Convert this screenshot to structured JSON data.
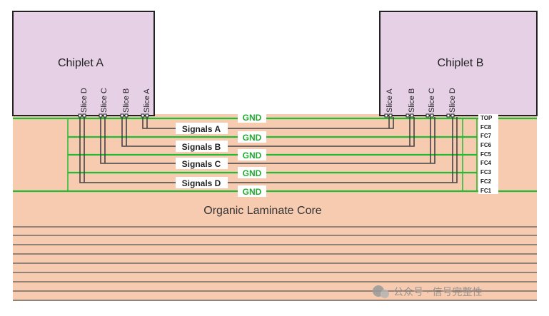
{
  "chiplets": [
    {
      "name": "Chiplet A",
      "slices": [
        "Slice D",
        "Slice C",
        "Slice B",
        "Slice A"
      ]
    },
    {
      "name": "Chiplet B",
      "slices": [
        "Slice A",
        "Slice B",
        "Slice C",
        "Slice D"
      ]
    }
  ],
  "signals": [
    "Signals A",
    "Signals B",
    "Signals C",
    "Signals D"
  ],
  "gnd_label": "GND",
  "layers": [
    "TOP",
    "FC8",
    "FC7",
    "FC6",
    "FC5",
    "FC4",
    "FC3",
    "FC2",
    "FC1"
  ],
  "core_label": "Organic Laminate Core",
  "watermark": "公众号 · 信号完整性",
  "colors": {
    "chiplet_fill": "#e6d0e6",
    "substrate_fill": "#f6cbb0",
    "gnd_line": "#22bb33",
    "signal_line": "#444444",
    "core_line": "#555555"
  }
}
